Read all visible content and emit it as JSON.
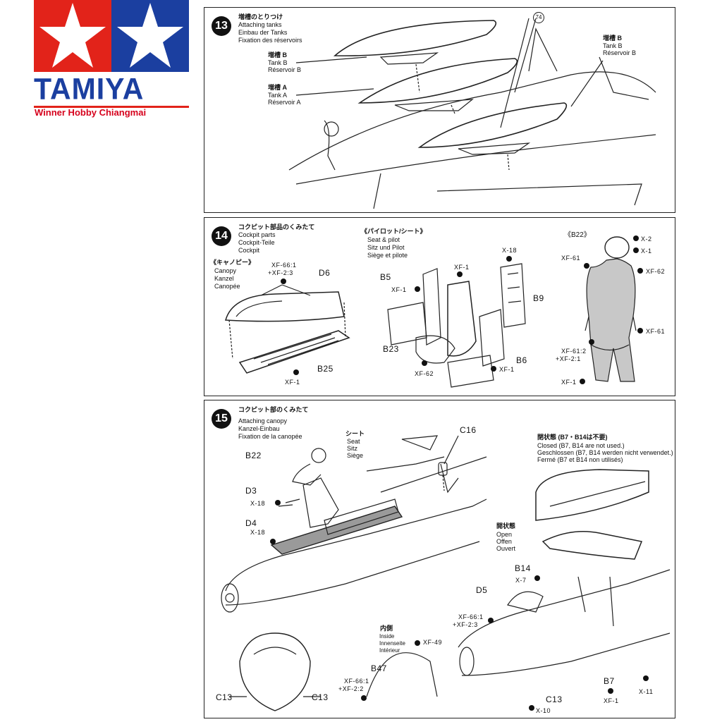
{
  "logo": {
    "brand": "TAMIYA",
    "dealer": "Winner Hobby Chiangmai",
    "colors": {
      "red": "#e2231a",
      "blue": "#1b3fa0",
      "dealer": "#d6001c"
    }
  },
  "step13": {
    "number": "13",
    "title": {
      "jp": "増槽のとりつけ",
      "en": "Attaching tanks",
      "de": "Einbau der Tanks",
      "fr": "Fixation des réservoirs"
    },
    "ref": "74",
    "tankB_left": {
      "jp": "増槽 B",
      "en": "Tank B",
      "fr": "Réservoir B"
    },
    "tankA": {
      "jp": "増槽 A",
      "en": "Tank A",
      "fr": "Réservoir A"
    },
    "tankB_right": {
      "jp": "増槽 B",
      "en": "Tank B",
      "fr": "Réservoir B"
    }
  },
  "step14": {
    "number": "14",
    "title": {
      "jp": "コクピット部品のくみたて",
      "en": "Cockpit parts",
      "de": "Cockpit-Teile",
      "fr": "Cockpit"
    },
    "canopy": {
      "jp": "《キャノピー》",
      "en": "Canopy",
      "de": "Kanzel",
      "fr": "Canopée"
    },
    "seat": {
      "jp": "《パイロット/シート》",
      "en": "Seat & pilot",
      "de": "Sitz und Pilot",
      "fr": "Siège et pilote"
    },
    "pilot_ref": "《B22》",
    "parts": {
      "d6": "D6",
      "b25": "B25",
      "b5": "B5",
      "b9": "B9",
      "b23": "B23",
      "b6": "B6"
    },
    "paints": {
      "canopy_mix_1": "XF-66:1",
      "canopy_mix_2": "+XF-2:3",
      "canopy_b25": "XF-1",
      "seat_top": "XF-1",
      "seat_x18": "X-18",
      "seat_left": "XF-1",
      "seat_bottom": "XF-62",
      "seat_b6": "XF-1",
      "pilot_x2": "X-2",
      "pilot_x1": "X-1",
      "pilot_xf61_top": "XF-61",
      "pilot_xf62": "XF-62",
      "pilot_xf61_bottom": "XF-61",
      "pilot_mix_1": "XF-61:2",
      "pilot_mix_2": "+XF-2:1",
      "pilot_boots": "XF-1"
    }
  },
  "step15": {
    "number": "15",
    "title": {
      "jp": "コクピット部のくみたて",
      "en": "Attaching canopy",
      "de": "Kanzel-Einbau",
      "fr": "Fixation de la canopée"
    },
    "seat": {
      "jp": "シート",
      "en": "Seat",
      "de": "Sitz",
      "fr": "Siège"
    },
    "closed": {
      "jp": "閉状態 (B7・B14は不要)",
      "en": "Closed (B7, B14 are not used.)",
      "de": "Geschlossen (B7, B14 werden nicht verwendet.)",
      "fr": "Fermé (B7 et B14 non utilisés)"
    },
    "open": {
      "jp": "開状態",
      "en": "Open",
      "de": "Offen",
      "fr": "Ouvert"
    },
    "inside": {
      "jp": "内側",
      "en": "Inside",
      "de": "Innenseite",
      "fr": "Intérieur"
    },
    "parts": {
      "b22": "B22",
      "d3": "D3",
      "d4": "D4",
      "c16": "C16",
      "b14": "B14",
      "d5": "D5",
      "b47": "B47",
      "c13_left": "C13",
      "c13_right": "C13",
      "c13_bottom": "C13",
      "b7": "B7"
    },
    "paints": {
      "d3": "X-18",
      "d4": "X-18",
      "b14": "X-7",
      "d5_mix_1": "XF-66:1",
      "d5_mix_2": "+XF-2:3",
      "inside": "XF-49",
      "b47_mix_1": "XF-66:1",
      "b47_mix_2": "+XF-2:2",
      "c13": "X-10",
      "b7": "XF-1",
      "x11": "X-11"
    }
  }
}
